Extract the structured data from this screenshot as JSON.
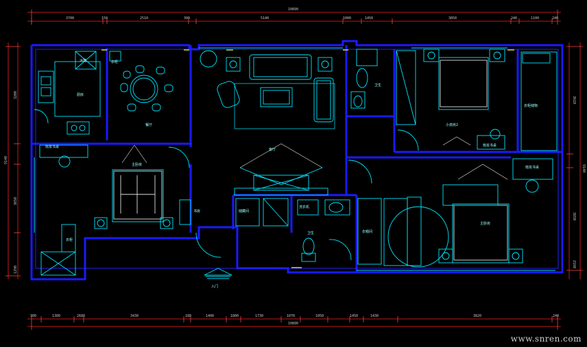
{
  "title": "",
  "colors": {
    "background": "#000000",
    "wall": "#1a1aff",
    "furniture": "#00e5ff",
    "dimension": "#ff2020",
    "yellow": "#ffff00",
    "white": "#e8e8e8"
  },
  "dimensions": {
    "top_total": "10890",
    "top_segments": [
      "3700",
      "150",
      "2510",
      "300",
      "5140",
      "1000",
      "1450",
      "3850",
      "240",
      "1100",
      "240"
    ],
    "bottom_total": "10890",
    "bottom_segments": [
      "300",
      "1300",
      "2680",
      "3430",
      "180",
      "1400",
      "1800",
      "1730",
      "1070",
      "1050",
      "1450",
      "1430",
      "3820",
      "240"
    ],
    "left_total": "9140",
    "left_segments": [
      "3200",
      "3650",
      "1290"
    ],
    "right_total": "9140",
    "right_segments": [
      "3610",
      "3650",
      "2160"
    ]
  },
  "rooms": {
    "kitchen": "厨房",
    "dining": "餐厅",
    "living": "客厅",
    "bathroom1": "卫生",
    "bathroom2": "卫生",
    "bedroom_left": "主卧房",
    "bedroom_top_right": "小孩房2",
    "bedroom_bottom_right": "主卧房",
    "wardrobe": "衣帽间",
    "storage": "储藏间",
    "study": "书房",
    "entrance": "入门"
  },
  "labels": {
    "desk_left": "梳妆书桌",
    "desk_right": "梳妆书桌",
    "desk_right2": "梳妆书桌",
    "closet_right": "衣柜储物",
    "wash": "洗衣机",
    "fridge": "冰箱",
    "small": "衣柜",
    "label_x": "衣柜"
  },
  "watermark": "www.snren.com"
}
